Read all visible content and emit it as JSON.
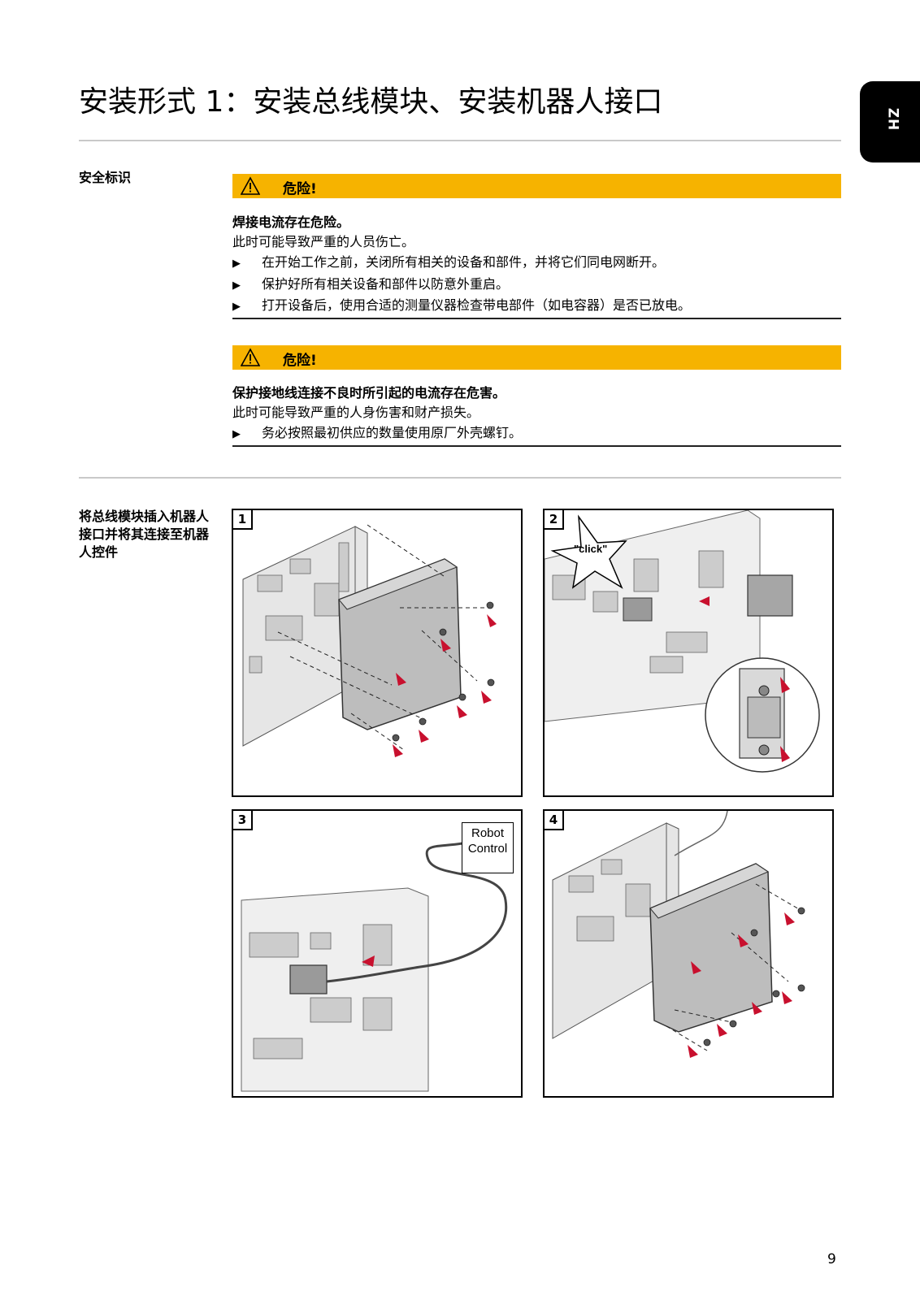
{
  "page": {
    "title": "安装形式 1：安装总线模块、安装机器人接口",
    "lang_tab": "ZH",
    "page_number": "9"
  },
  "safety": {
    "section_label": "安全标识",
    "warning1": {
      "label": "危险!",
      "title": "焊接电流存在危险。",
      "text": "此时可能导致严重的人员伤亡。",
      "bullets": [
        "在开始工作之前，关闭所有相关的设备和部件，并将它们同电网断开。",
        "保护好所有相关设备和部件以防意外重启。",
        "打开设备后，使用合适的测量仪器检查带电部件（如电容器）是否已放电。"
      ]
    },
    "warning2": {
      "label": "危险!",
      "title": "保护接地线连接不良时所引起的电流存在危害。",
      "text": "此时可能导致严重的人身伤害和财产损失。",
      "bullets": [
        "务必按照最初供应的数量使用原厂外壳螺钉。"
      ]
    }
  },
  "steps": {
    "section_label": "将总线模块插入机器人接口并将其连接至机器人控件",
    "panels": [
      {
        "number": "1"
      },
      {
        "number": "2",
        "callout": "\"click\""
      },
      {
        "number": "3",
        "label_line1": "Robot",
        "label_line2": "Control"
      },
      {
        "number": "4"
      }
    ]
  },
  "colors": {
    "warning_bar": "#f6b300",
    "marker_red": "#c8102e"
  }
}
